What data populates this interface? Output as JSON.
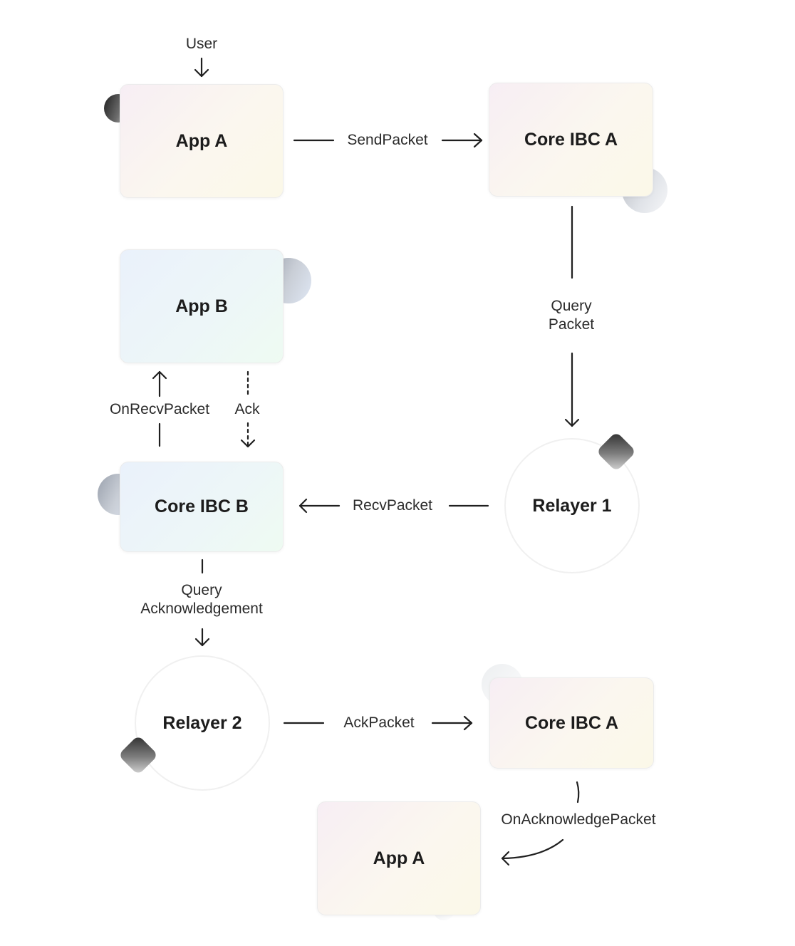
{
  "nodes": {
    "app_a_top": "App A",
    "core_ibc_a_top": "Core IBC A",
    "app_b": "App B",
    "relayer_1": "Relayer 1",
    "core_ibc_b": "Core IBC B",
    "relayer_2": "Relayer 2",
    "core_ibc_a_bottom": "Core IBC A",
    "app_a_bottom": "App A"
  },
  "edges": {
    "user": "User",
    "send_packet": "SendPacket",
    "query_packet": [
      "Query",
      "Packet"
    ],
    "on_recv_packet": "OnRecvPacket",
    "ack": "Ack",
    "recv_packet": "RecvPacket",
    "query_acknowledgement": [
      "Query",
      "Acknowledgement"
    ],
    "ack_packet": "AckPacket",
    "on_acknowledge_packet": "OnAcknowledgePacket"
  }
}
